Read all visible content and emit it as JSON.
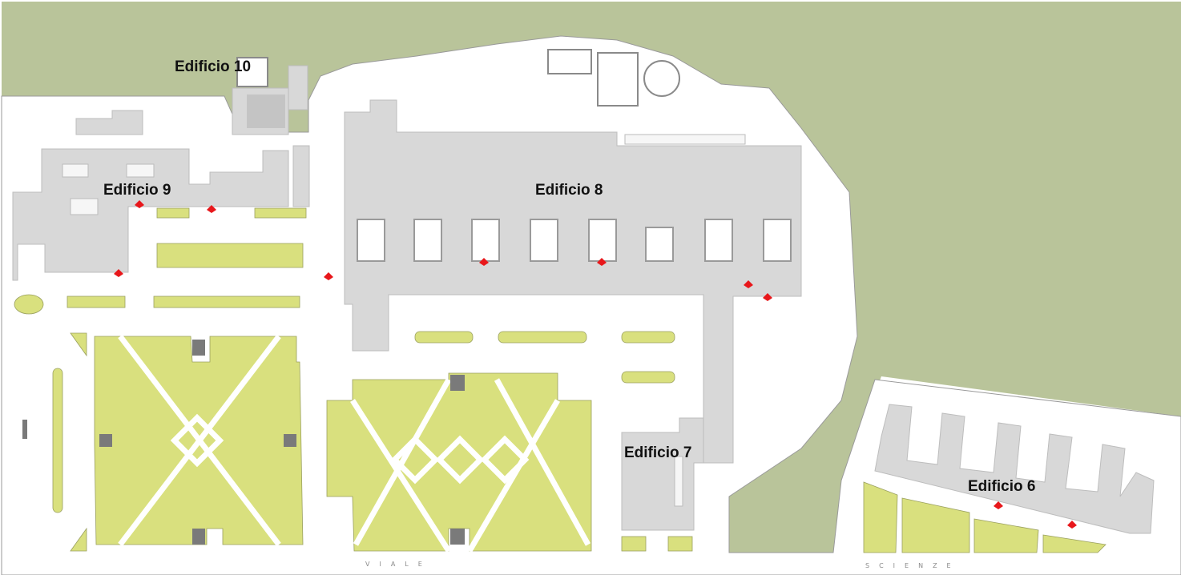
{
  "map": {
    "colors": {
      "hill": "#b9c49a",
      "building": "#d8d8d8",
      "building_outline": "#bdbdbd",
      "lawn": "#d9e07e",
      "path": "#ffffff",
      "entrance": "#e8171b",
      "paving": "#f6f6f6"
    },
    "buildings": [
      {
        "label": "Edificio 10"
      },
      {
        "label": "Edificio 9"
      },
      {
        "label": "Edificio 8"
      },
      {
        "label": "Edificio 7"
      },
      {
        "label": "Edificio 6"
      }
    ],
    "streets": [
      {
        "label": "VIALE"
      },
      {
        "label": "SCIENZE"
      }
    ]
  }
}
